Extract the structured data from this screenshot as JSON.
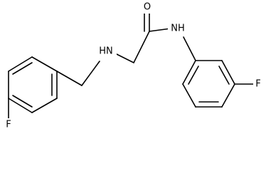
{
  "atoms": [
    {
      "id": "F_left",
      "label": "F"
    },
    {
      "id": "N_amine",
      "label": "HN"
    },
    {
      "id": "O_carbonyl",
      "label": "O"
    },
    {
      "id": "N_amide",
      "label": "NH"
    },
    {
      "id": "F_right",
      "label": "F"
    }
  ]
}
